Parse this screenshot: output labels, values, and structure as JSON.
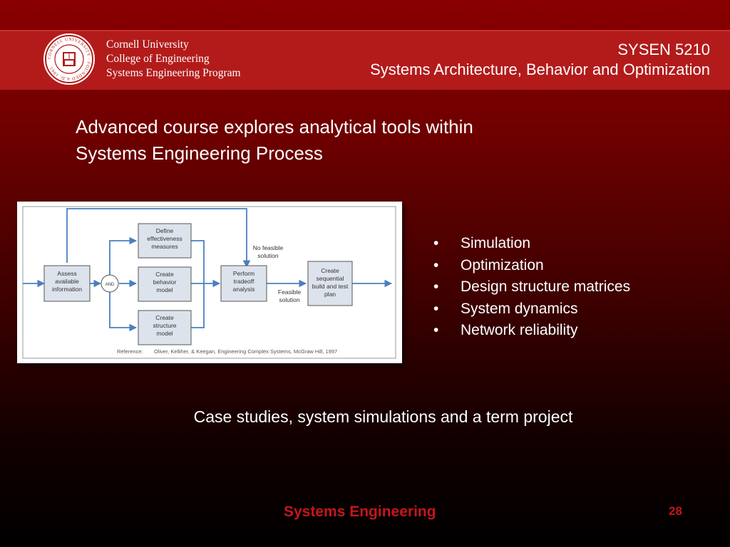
{
  "header": {
    "org_line1": "Cornell University",
    "org_line2": "College of Engineering",
    "org_line3": "Systems Engineering Program",
    "course_code": "SYSEN 5210",
    "course_title": "Systems Architecture, Behavior and Optimization",
    "seal_text": "CORNELL UNIVERSITY · FOUNDED A.D. 1865"
  },
  "headline": {
    "line1": "Advanced course explores analytical tools within",
    "line2": "Systems Engineering Process"
  },
  "diagram": {
    "assess": [
      "Assess",
      "available",
      "information"
    ],
    "and_label": "AND",
    "define": [
      "Define",
      "effectiveness",
      "measures"
    ],
    "behavior": [
      "Create",
      "behavior",
      "model"
    ],
    "structure": [
      "Create",
      "structure",
      "model"
    ],
    "tradeoff": [
      "Perform",
      "tradeoff",
      "analysis"
    ],
    "build": [
      "Create",
      "sequential",
      "build and test",
      "plan"
    ],
    "no_feasible": [
      "No feasible",
      "solution"
    ],
    "feasible": [
      "Feasible",
      "solution"
    ],
    "reference_label": "Reference:",
    "reference_text": "Oliver, Kelliher, & Keegan, Engineering Complex Systems, McGraw Hill, 1997"
  },
  "bullets": [
    "Simulation",
    "Optimization",
    "Design structure matrices",
    "System dynamics",
    "Network reliability"
  ],
  "subline": "Case studies, system simulations and a term project",
  "footer": {
    "label": "Systems Engineering",
    "page": "28"
  },
  "colors": {
    "cornell_red": "#b31b1b",
    "diagram_blue": "#4a7fc1",
    "box_fill": "#dde3ec"
  }
}
